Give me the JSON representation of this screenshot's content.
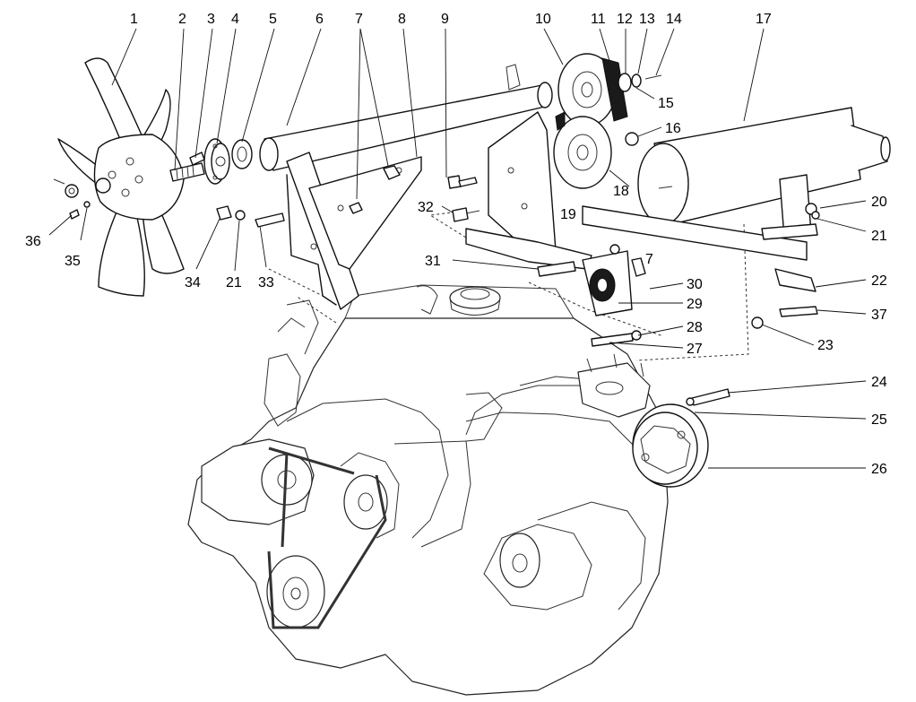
{
  "diagram": {
    "callouts": [
      {
        "id": "c1",
        "text": "1"
      },
      {
        "id": "c2",
        "text": "2"
      },
      {
        "id": "c3",
        "text": "3"
      },
      {
        "id": "c4",
        "text": "4"
      },
      {
        "id": "c5",
        "text": "5"
      },
      {
        "id": "c6",
        "text": "6"
      },
      {
        "id": "c7a",
        "text": "7"
      },
      {
        "id": "c8",
        "text": "8"
      },
      {
        "id": "c9",
        "text": "9"
      },
      {
        "id": "c10",
        "text": "10"
      },
      {
        "id": "c11",
        "text": "11"
      },
      {
        "id": "c12",
        "text": "12"
      },
      {
        "id": "c13",
        "text": "13"
      },
      {
        "id": "c14",
        "text": "14"
      },
      {
        "id": "c15",
        "text": "15"
      },
      {
        "id": "c16",
        "text": "16"
      },
      {
        "id": "c17",
        "text": "17"
      },
      {
        "id": "c18",
        "text": "18"
      },
      {
        "id": "c19",
        "text": "19"
      },
      {
        "id": "c20",
        "text": "20"
      },
      {
        "id": "c21a",
        "text": "21"
      },
      {
        "id": "c22",
        "text": "22"
      },
      {
        "id": "c37",
        "text": "37"
      },
      {
        "id": "c23",
        "text": "23"
      },
      {
        "id": "c24",
        "text": "24"
      },
      {
        "id": "c25",
        "text": "25"
      },
      {
        "id": "c26",
        "text": "26"
      },
      {
        "id": "c27",
        "text": "27"
      },
      {
        "id": "c28",
        "text": "28"
      },
      {
        "id": "c29",
        "text": "29"
      },
      {
        "id": "c30",
        "text": "30"
      },
      {
        "id": "c7b",
        "text": "7"
      },
      {
        "id": "c31",
        "text": "31"
      },
      {
        "id": "c32",
        "text": "32"
      },
      {
        "id": "c33",
        "text": "33"
      },
      {
        "id": "c21b",
        "text": "21"
      },
      {
        "id": "c34",
        "text": "34"
      },
      {
        "id": "c35",
        "text": "35"
      },
      {
        "id": "c36",
        "text": "36"
      }
    ]
  }
}
